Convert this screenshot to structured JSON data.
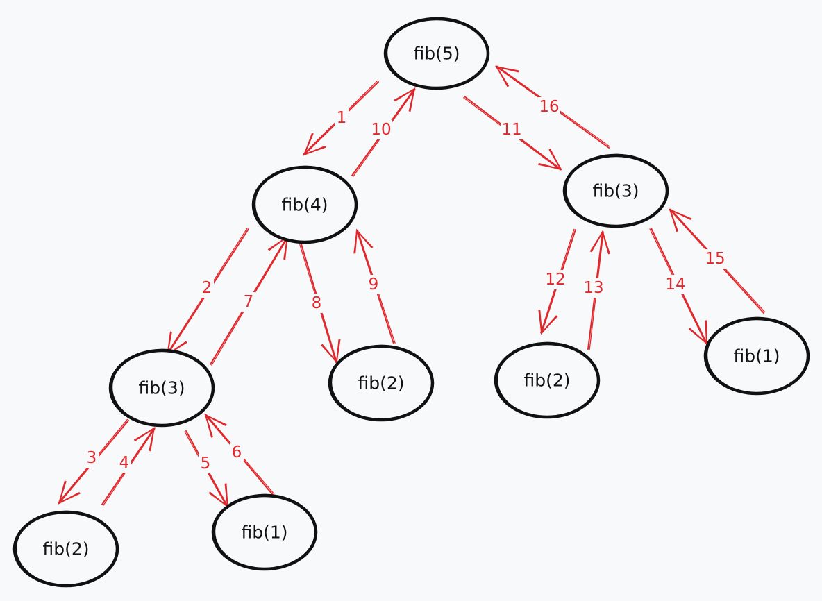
{
  "nodes": [
    {
      "id": "n5",
      "label": "fib(5)"
    },
    {
      "id": "n4",
      "label": "fib(4)"
    },
    {
      "id": "n3r",
      "label": "fib(3)"
    },
    {
      "id": "n3l",
      "label": "fib(3)"
    },
    {
      "id": "n2a",
      "label": "fib(2)"
    },
    {
      "id": "n2b",
      "label": "fib(2)"
    },
    {
      "id": "n1a",
      "label": "fib(1)"
    },
    {
      "id": "n2c",
      "label": "fib(2)"
    },
    {
      "id": "n1b",
      "label": "fib(1)"
    }
  ],
  "steps": [
    {
      "label": "1",
      "from": "n5",
      "to": "n4"
    },
    {
      "label": "2",
      "from": "n4",
      "to": "n3l"
    },
    {
      "label": "3",
      "from": "n3l",
      "to": "n2a"
    },
    {
      "label": "4",
      "from": "n2a",
      "to": "n3l"
    },
    {
      "label": "5",
      "from": "n3l",
      "to": "n1a"
    },
    {
      "label": "6",
      "from": "n1a",
      "to": "n3l"
    },
    {
      "label": "7",
      "from": "n3l",
      "to": "n4"
    },
    {
      "label": "8",
      "from": "n4",
      "to": "n2b"
    },
    {
      "label": "9",
      "from": "n2b",
      "to": "n4"
    },
    {
      "label": "10",
      "from": "n4",
      "to": "n5"
    },
    {
      "label": "11",
      "from": "n5",
      "to": "n3r"
    },
    {
      "label": "12",
      "from": "n3r",
      "to": "n2c"
    },
    {
      "label": "13",
      "from": "n2c",
      "to": "n3r"
    },
    {
      "label": "14",
      "from": "n3r",
      "to": "n1b"
    },
    {
      "label": "15",
      "from": "n1b",
      "to": "n3r"
    },
    {
      "label": "16",
      "from": "n3r",
      "to": "n5"
    }
  ],
  "colors": {
    "node_stroke": "#111111",
    "edge": "#e0282c",
    "background": "#f8f9fb"
  }
}
